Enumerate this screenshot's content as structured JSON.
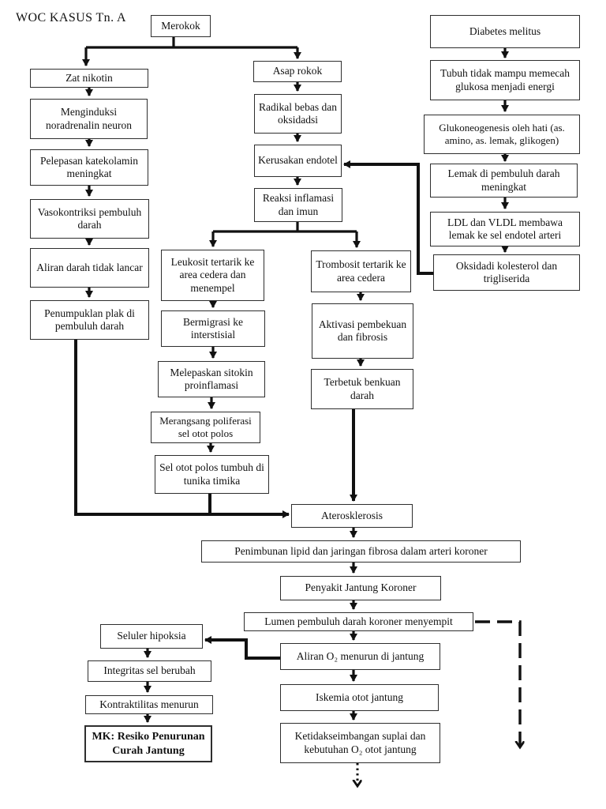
{
  "title": "WOC KASUS Tn. A",
  "colors": {
    "ink": "#111111",
    "box_border": "#2e2e2e",
    "background": "#ffffff"
  },
  "nodes": {
    "merokok": "Merokok",
    "zat_nikotin": "Zat nikotin",
    "menginduksi": "Menginduksi noradrenalin neuron",
    "pelepasan": "Pelepasan katekolamin meningkat",
    "vasokontriksi": "Vasokontriksi pembuluh darah",
    "aliran_darah": "Aliran darah tidak lancar",
    "penumpuklan": "Penumpuklan plak di pembuluh darah",
    "asap_rokok": "Asap rokok",
    "radikal": "Radikal bebas dan oksidadsi",
    "kerusakan": "Kerusakan endotel",
    "reaksi": "Reaksi inflamasi dan imun",
    "leukosit": "Leukosit tertarik ke area cedera dan menempel",
    "bermigrasi": "Bermigrasi ke interstisial",
    "melepaskan": "Melepaskan sitokin proinflamasi",
    "merangsang": "Merangsang poliferasi sel otot polos",
    "sel_otot": "Sel otot polos tumbuh di tunika timika",
    "trombosit": "Trombosit tertarik ke area cedera",
    "aktivasi": "Aktivasi pembekuan dan fibrosis",
    "terbetuk": "Terbetuk benkuan darah",
    "diabetes": "Diabetes melitus",
    "tubuh": "Tubuh tidak mampu memecah glukosa menjadi energi",
    "glukoneogenesis": "Glukoneogenesis oleh hati (as. amino, as. lemak, glikogen)",
    "lemak": "Lemak di pembuluh darah meningkat",
    "ldl": "LDL dan VLDL membawa lemak ke sel endotel arteri",
    "oksidadi": "Oksidadi kolesterol dan trigliserida",
    "aterosklerosis": "Aterosklerosis",
    "penimbunan": "Penimbunan lipid dan jaringan fibrosa dalam arteri koroner",
    "penyakit": "Penyakit Jantung Koroner",
    "lumen": "Lumen pembuluh darah koroner menyempit",
    "aliran_o2": "Aliran O₂ menurun di jantung",
    "iskemia": "Iskemia otot jantung",
    "ketidakseimbangan": "Ketidakseimbangan suplai dan kebutuhan O₂ otot jantung",
    "seluler": "Seluler hipoksia",
    "integritas": "Integritas sel berubah",
    "kontraktilitas": "Kontraktilitas menurun",
    "mk": "MK: Resiko Penurunan Curah Jantung"
  },
  "edges": [
    {
      "from": "merokok",
      "to": "zat_nikotin",
      "style": "solid"
    },
    {
      "from": "merokok",
      "to": "asap_rokok",
      "style": "solid"
    },
    {
      "from": "zat_nikotin",
      "to": "menginduksi",
      "style": "solid"
    },
    {
      "from": "menginduksi",
      "to": "pelepasan",
      "style": "solid"
    },
    {
      "from": "pelepasan",
      "to": "vasokontriksi",
      "style": "solid"
    },
    {
      "from": "vasokontriksi",
      "to": "aliran_darah",
      "style": "solid"
    },
    {
      "from": "aliran_darah",
      "to": "penumpuklan",
      "style": "solid"
    },
    {
      "from": "penumpuklan",
      "to": "aterosklerosis",
      "style": "solid"
    },
    {
      "from": "asap_rokok",
      "to": "radikal",
      "style": "solid"
    },
    {
      "from": "radikal",
      "to": "kerusakan",
      "style": "solid"
    },
    {
      "from": "kerusakan",
      "to": "reaksi",
      "style": "solid"
    },
    {
      "from": "reaksi",
      "to": "leukosit",
      "style": "solid"
    },
    {
      "from": "reaksi",
      "to": "trombosit",
      "style": "solid"
    },
    {
      "from": "leukosit",
      "to": "bermigrasi",
      "style": "solid"
    },
    {
      "from": "bermigrasi",
      "to": "melepaskan",
      "style": "solid"
    },
    {
      "from": "melepaskan",
      "to": "merangsang",
      "style": "solid"
    },
    {
      "from": "merangsang",
      "to": "sel_otot",
      "style": "solid"
    },
    {
      "from": "sel_otot",
      "to": "aterosklerosis",
      "style": "solid"
    },
    {
      "from": "trombosit",
      "to": "aktivasi",
      "style": "solid"
    },
    {
      "from": "aktivasi",
      "to": "terbetuk",
      "style": "solid"
    },
    {
      "from": "terbetuk",
      "to": "aterosklerosis",
      "style": "solid"
    },
    {
      "from": "diabetes",
      "to": "tubuh",
      "style": "solid"
    },
    {
      "from": "tubuh",
      "to": "glukoneogenesis",
      "style": "solid"
    },
    {
      "from": "glukoneogenesis",
      "to": "lemak",
      "style": "solid"
    },
    {
      "from": "lemak",
      "to": "ldl",
      "style": "solid"
    },
    {
      "from": "ldl",
      "to": "oksidadi",
      "style": "solid"
    },
    {
      "from": "oksidadi",
      "to": "kerusakan",
      "style": "solid"
    },
    {
      "from": "aterosklerosis",
      "to": "penimbunan",
      "style": "solid"
    },
    {
      "from": "penimbunan",
      "to": "penyakit",
      "style": "solid"
    },
    {
      "from": "penyakit",
      "to": "lumen",
      "style": "solid"
    },
    {
      "from": "lumen",
      "to": "aliran_o2",
      "style": "solid"
    },
    {
      "from": "aliran_o2",
      "to": "iskemia",
      "style": "solid"
    },
    {
      "from": "iskemia",
      "to": "ketidakseimbangan",
      "style": "solid"
    },
    {
      "from": "ketidakseimbangan",
      "to": "continuation-down",
      "style": "dotted"
    },
    {
      "from": "lumen",
      "to": "continuation-down-right",
      "style": "dashed"
    },
    {
      "from": "aliran_o2",
      "to": "seluler",
      "style": "solid"
    },
    {
      "from": "seluler",
      "to": "integritas",
      "style": "solid"
    },
    {
      "from": "integritas",
      "to": "kontraktilitas",
      "style": "solid"
    },
    {
      "from": "kontraktilitas",
      "to": "mk",
      "style": "solid"
    }
  ]
}
